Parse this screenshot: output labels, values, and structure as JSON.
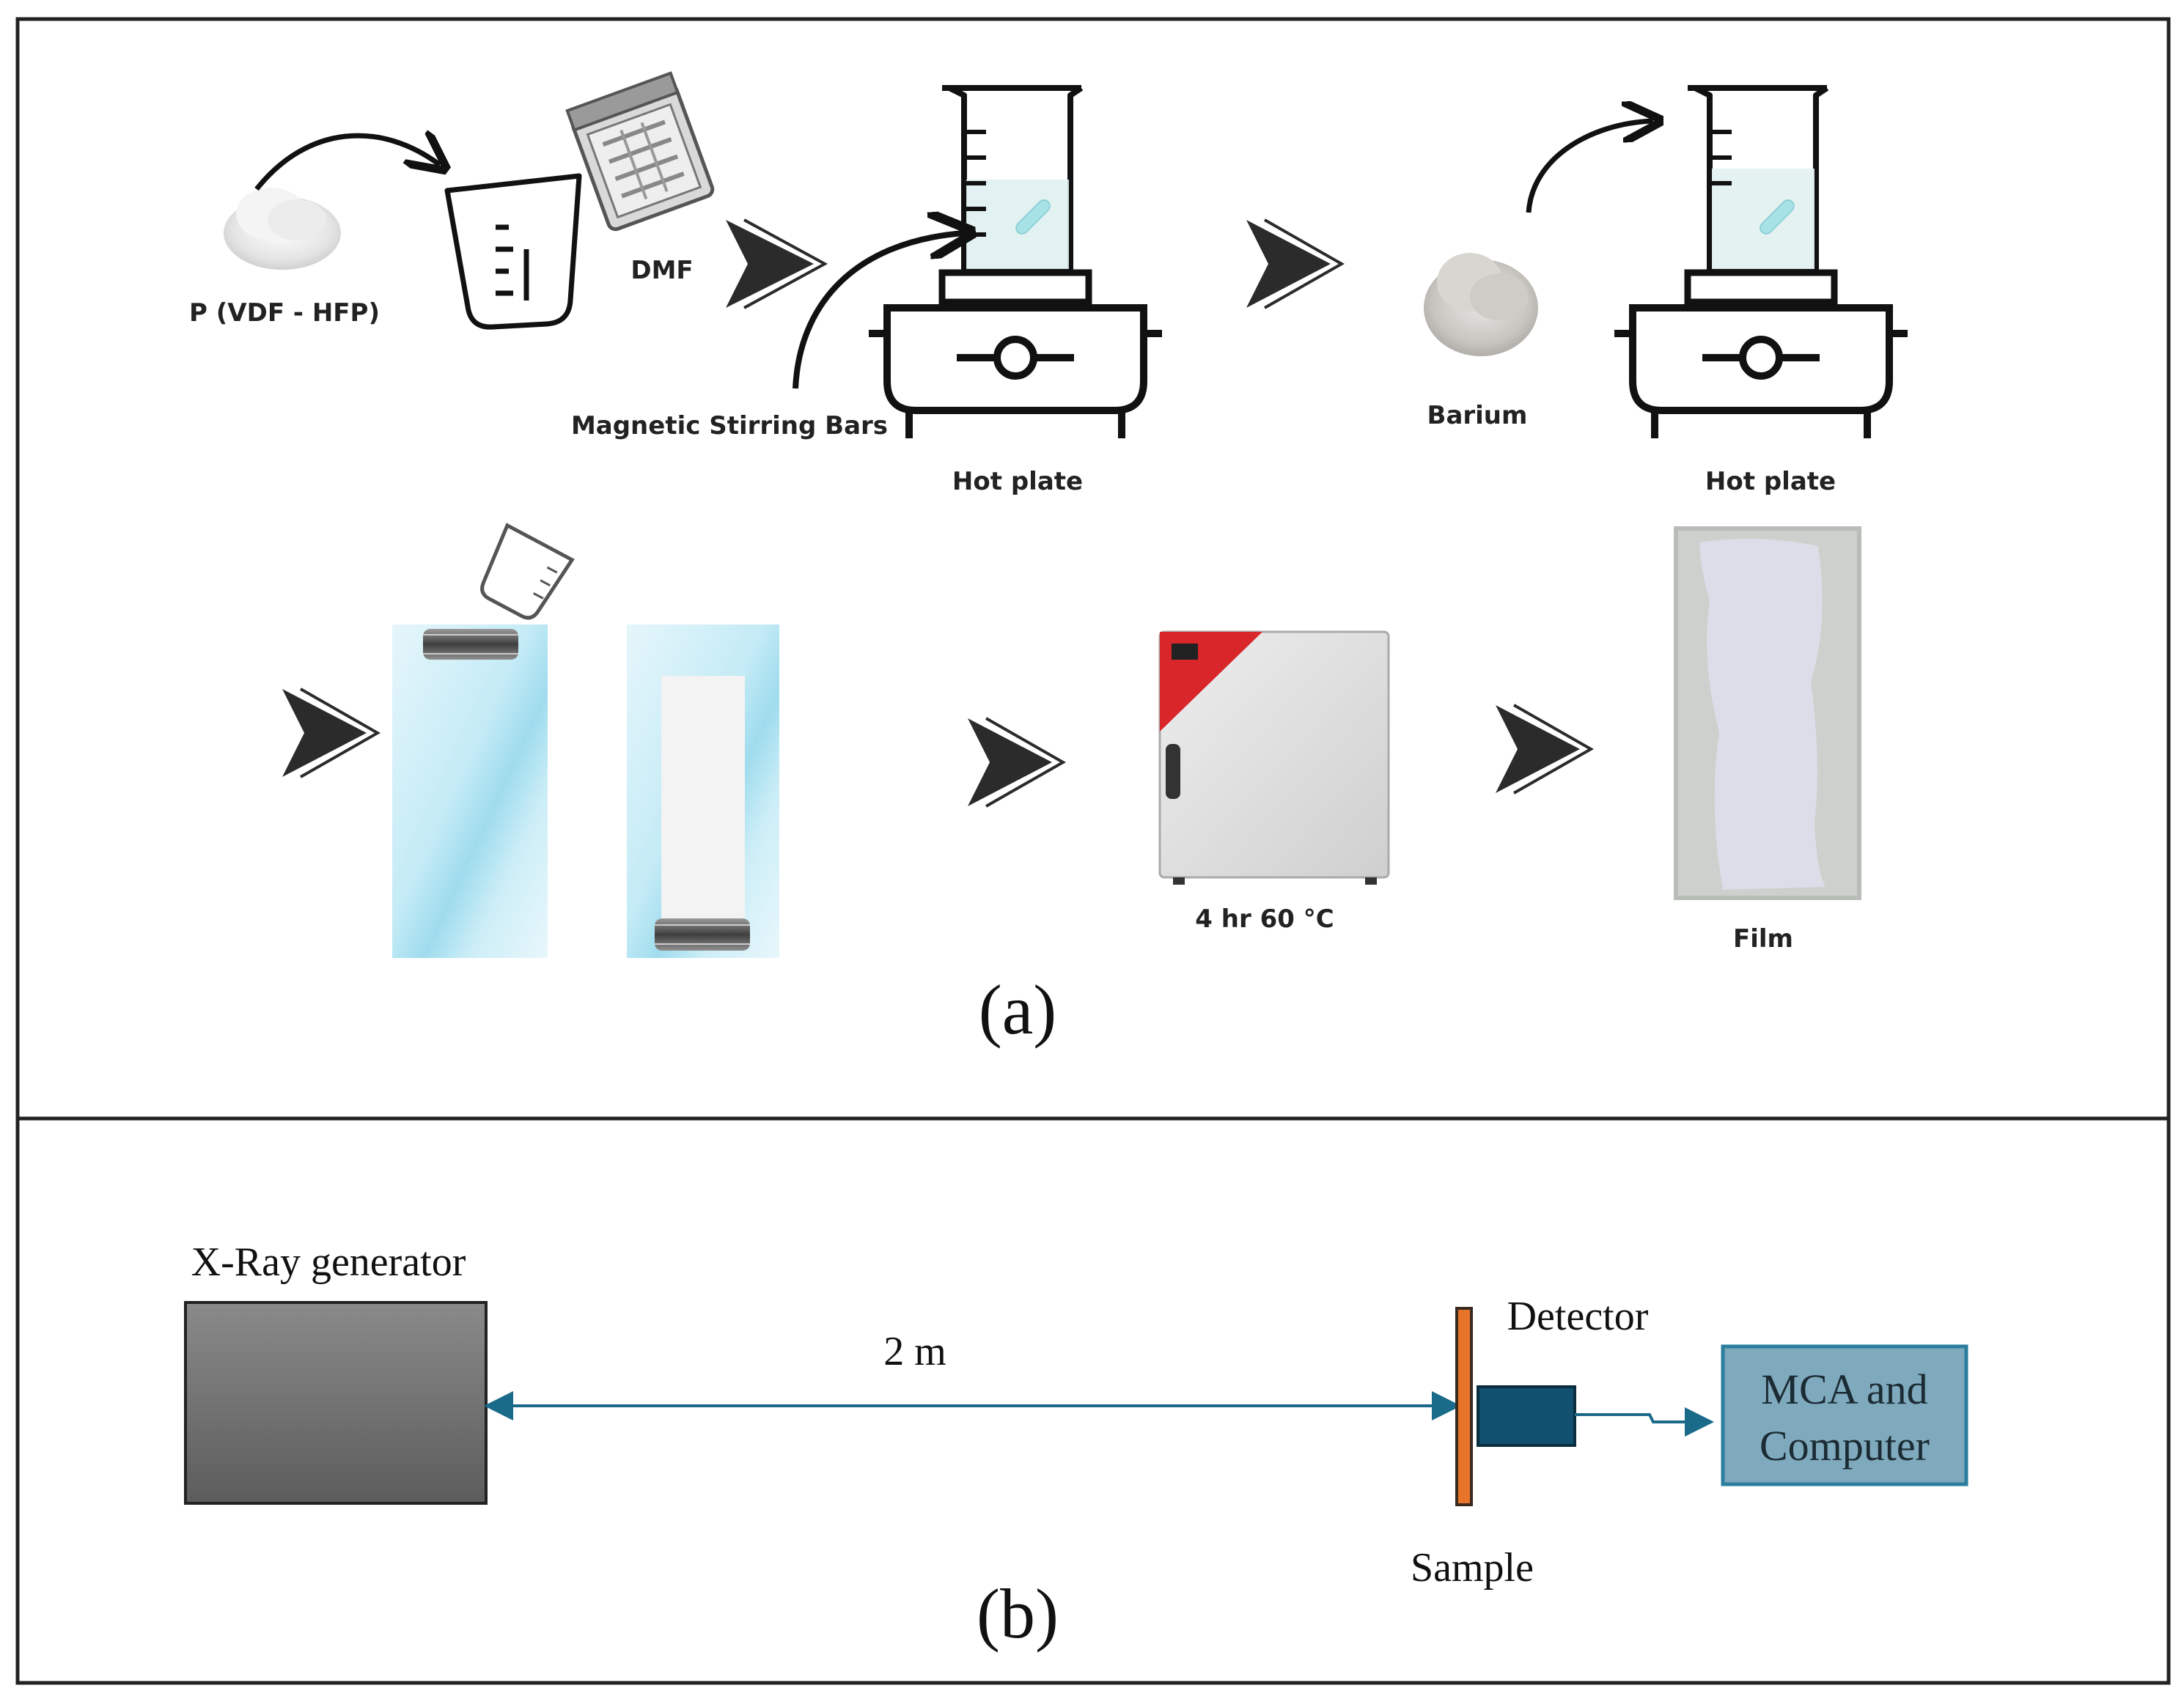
{
  "panel_a": {
    "label": "(a)",
    "labels": {
      "pvdf": "P (VDF - HFP)",
      "dmf": "DMF",
      "stirring_bars": "Magnetic Stirring Bars",
      "hot_plate_1": "Hot plate",
      "barium": "Barium",
      "hot_plate_2": "Hot plate",
      "oven": "4 hr 60 °C",
      "film": "Film"
    }
  },
  "panel_b": {
    "label": "(b)",
    "labels": {
      "xray": "X-Ray generator",
      "distance": "2 m",
      "detector": "Detector",
      "sample": "Sample",
      "mca_line1": "MCA and",
      "mca_line2": "Computer"
    }
  },
  "colors": {
    "frame": "#222222",
    "arrow_dark": "#2b2b2b",
    "xray_box": "#707070",
    "beam": "#1a6a8a",
    "sample": "#e8742a",
    "detector": "#11506e",
    "mca_fill": "#7fa9bd",
    "mca_border": "#2a7f9e",
    "oven_red": "#d8262b"
  }
}
